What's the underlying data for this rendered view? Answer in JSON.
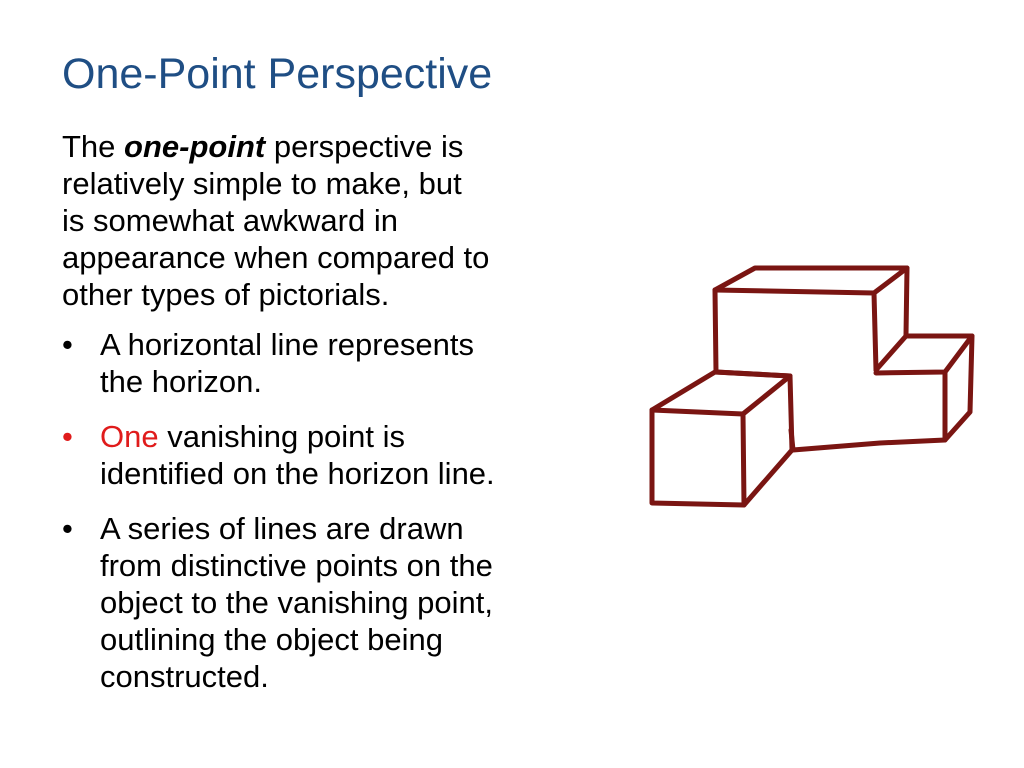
{
  "slide": {
    "title": "One-Point Perspective",
    "intro": {
      "prefix": "The ",
      "emphasis": "one-point",
      "line1_rest": " perspective is",
      "line2": "relatively simple to make, but",
      "line3": "is somewhat awkward in",
      "line4": "appearance when compared to",
      "line5": "other types of pictorials."
    },
    "bullets": [
      {
        "marker": "•",
        "lines": [
          "A horizontal line represents",
          "the horizon."
        ]
      },
      {
        "marker": "•",
        "highlight": "One",
        "lines": [
          " vanishing point is",
          "identified on the horizon line."
        ],
        "highlight_color": "#e01b1b"
      },
      {
        "marker": "•",
        "lines": [
          "A series of lines are drawn",
          "from distinctive points on the",
          "object to the vanishing point,",
          "outlining the object being",
          "constructed."
        ]
      }
    ],
    "colors": {
      "title": "#1f4e84",
      "text": "#000000",
      "accent": "#e01b1b",
      "sketch_stroke": "#7a1512"
    }
  }
}
